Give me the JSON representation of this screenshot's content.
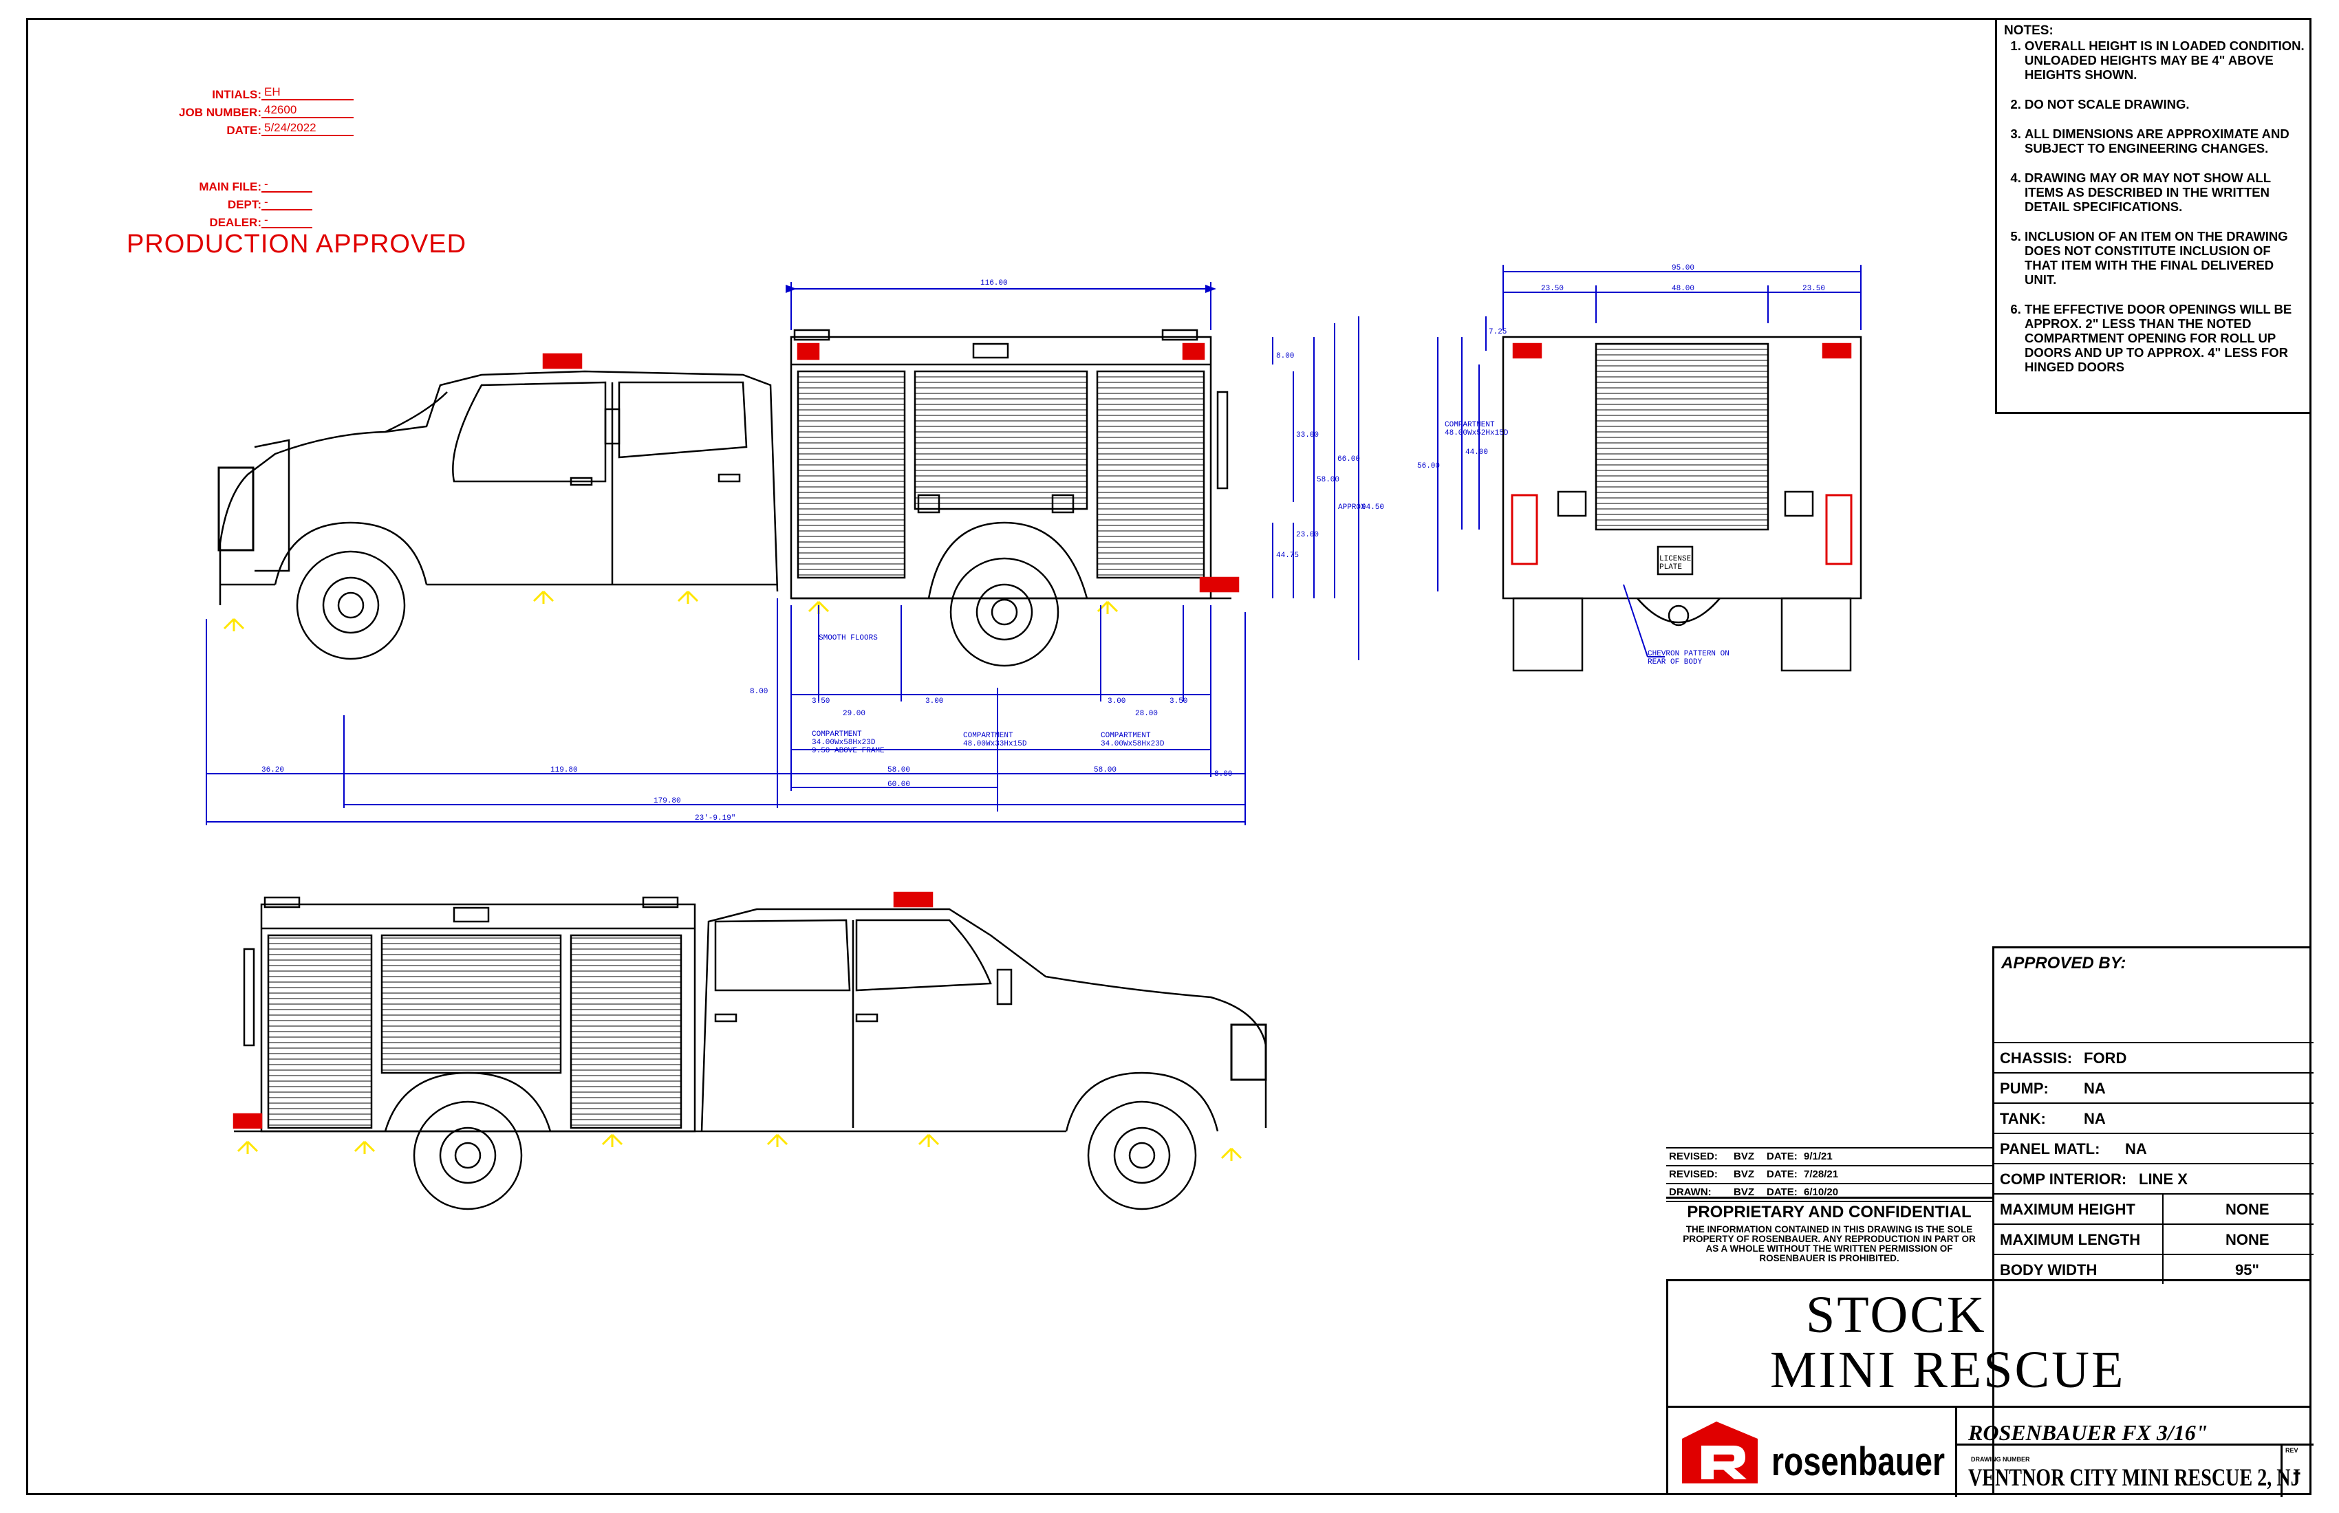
{
  "header": {
    "initials_label": "INTIALS:",
    "initials": "EH",
    "job_number_label": "JOB NUMBER:",
    "job_number": "42600",
    "date_label": "DATE:",
    "date": "5/24/2022",
    "main_file_label": "MAIN FILE:",
    "main_file": "-",
    "dept_label": "DEPT:",
    "dept": "-",
    "dealer_label": "DEALER:",
    "dealer": "-",
    "status": "PRODUCTION APPROVED"
  },
  "notes": {
    "title": "NOTES:",
    "items": [
      "OVERALL HEIGHT IS IN LOADED CONDITION. UNLOADED HEIGHTS MAY BE 4\" ABOVE HEIGHTS SHOWN.",
      "DO NOT SCALE DRAWING.",
      "ALL DIMENSIONS ARE APPROXIMATE AND SUBJECT TO ENGINEERING CHANGES.",
      "DRAWING MAY OR MAY NOT SHOW ALL ITEMS AS DESCRIBED IN THE WRITTEN DETAIL SPECIFICATIONS.",
      "INCLUSION OF AN ITEM ON THE DRAWING DOES NOT CONSTITUTE INCLUSION OF THAT ITEM WITH THE FINAL DELIVERED UNIT.",
      "THE EFFECTIVE DOOR OPENINGS WILL BE APPROX. 2\" LESS THAN THE NOTED COMPARTMENT OPENING FOR ROLL UP DOORS AND UP TO APPROX. 4\" LESS FOR HINGED DOORS"
    ]
  },
  "dimensions": {
    "side": {
      "body_length": "116.00",
      "top_height": "8.00",
      "comp_height": "33.00",
      "body_height": "58.00",
      "overall_height": "66.00",
      "approx_label": "APPROX",
      "approx_height": "94.50",
      "lower_a": "44.75",
      "lower_b": "23.00",
      "ground": "8.00",
      "floor_a": "3.50",
      "floor_b": "29.00",
      "floor_c": "3.00",
      "floor_d": "3.00",
      "floor_e": "28.00",
      "floor_f": "3.50",
      "comp_1": "COMPARTMENT\n34.00Wx58Hx23D\n9.50 ABOVE FRAME",
      "comp_2": "COMPARTMENT\n48.00Wx33Hx15D",
      "comp_3": "COMPARTMENT\n34.00Wx58Hx23D",
      "smooth_floors": "SMOOTH FLOORS",
      "front_overhang": "36.20",
      "wheelbase": "119.80",
      "rear_a": "58.00",
      "rear_b": "58.00",
      "rear_c": "8.00",
      "span_60": "60.00",
      "cab_to_end": "179.80",
      "overall_length": "23'-9.19\""
    },
    "rear": {
      "overall_width": "95.00",
      "left": "23.50",
      "center": "48.00",
      "right": "23.50",
      "top": "7.25",
      "compartment": "COMPARTMENT\n48.00Wx52Hx15D",
      "height_a": "44.00",
      "height_b": "56.00",
      "chevron_note": "CHEVRON PATTERN ON\nREAR OF BODY",
      "plate": "LICENSE\nPLATE"
    }
  },
  "revisions": [
    {
      "label": "REVISED:",
      "by": "BVZ",
      "date_label": "DATE:",
      "date": "9/1/21"
    },
    {
      "label": "REVISED:",
      "by": "BVZ",
      "date_label": "DATE:",
      "date": "7/28/21"
    },
    {
      "label": "DRAWN:",
      "by": "BVZ",
      "date_label": "DATE:",
      "date": "6/10/20"
    }
  ],
  "proprietary": {
    "title": "PROPRIETARY AND CONFIDENTIAL",
    "text": "THE INFORMATION CONTAINED IN THIS DRAWING IS THE SOLE PROPERTY OF ROSENBAUER. ANY REPRODUCTION IN PART OR AS A WHOLE WITHOUT THE WRITTEN PERMISSION OF ROSENBAUER IS PROHIBITED."
  },
  "approval": {
    "title": "APPROVED BY:",
    "specs": [
      {
        "key": "CHASSIS:",
        "value": "FORD"
      },
      {
        "key": "PUMP:",
        "value": "NA"
      },
      {
        "key": "TANK:",
        "value": "NA"
      },
      {
        "key": "PANEL MATL:",
        "value": "NA"
      },
      {
        "key": "COMP INTERIOR:",
        "value": "LINE X"
      },
      {
        "key": "MAXIMUM HEIGHT",
        "value": "NONE"
      },
      {
        "key": "MAXIMUM LENGTH",
        "value": "NONE"
      },
      {
        "key": "BODY WIDTH",
        "value": "95\""
      }
    ]
  },
  "title_block": {
    "line1": "STOCK",
    "line2": "MINI RESCUE",
    "font_spec": "ROSENBAUER FX 3/16\"",
    "drawing_number_label": "DRAWING NUMBER",
    "drawing_number": "VENTNOR CITY MINI RESCUE 2, NJ",
    "rev_label": "REV",
    "rev": "-",
    "logo_text": "rosenbauer"
  },
  "colors": {
    "dimension": "#0000cc",
    "warning_red": "#e00000",
    "light_yellow": "#ffe600",
    "line": "#000000"
  }
}
